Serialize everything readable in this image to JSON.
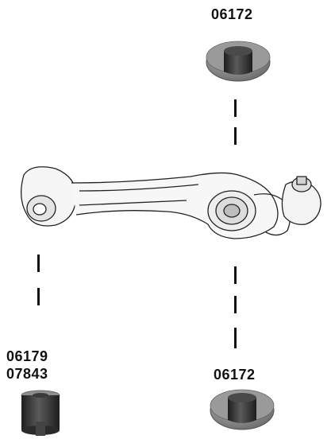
{
  "labels": {
    "top_part_number": "06172",
    "bottom_right_part_number": "06172",
    "bottom_left_part_numbers": [
      "06179",
      "07843"
    ]
  },
  "parts": {
    "control_arm": "control-arm",
    "top_bushing": "bushing",
    "bottom_right_bushing": "bushing",
    "bottom_left_bushing": "bushing",
    "ball_joint": "ball-joint"
  },
  "colors": {
    "bushing_rubber": "#3a3a3a",
    "bushing_metal": "#8a8a8a",
    "arm_outline": "#222222",
    "label_text": "#111111"
  }
}
